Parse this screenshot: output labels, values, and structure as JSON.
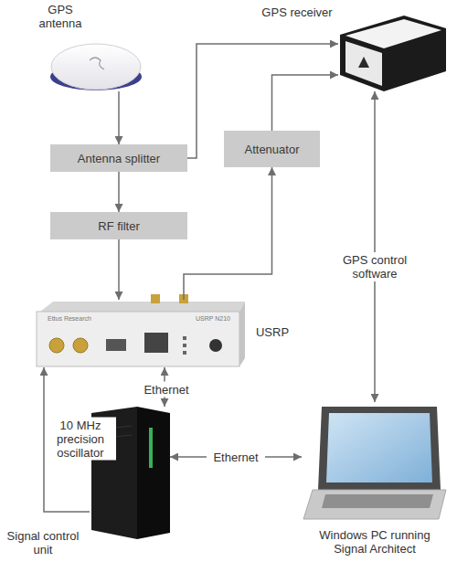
{
  "diagram": {
    "nodes": [
      {
        "text": [
          "GPS antenna"
        ]
      },
      {
        "text": [
          "GPS receiver"
        ]
      },
      {
        "text": [
          "Antenna splitter"
        ]
      },
      {
        "text": [
          "Attenuator"
        ]
      },
      {
        "text": [
          "RF filter"
        ]
      },
      {
        "text": [
          "USRP"
        ]
      },
      {
        "text": [
          "Signal control unit"
        ]
      },
      {
        "text": [
          "Windows PC running Signal Architect"
        ]
      }
    ],
    "edges": [
      {
        "from": 0,
        "to": 2,
        "arrow": "to"
      },
      {
        "from": 2,
        "to": 1,
        "arrow": "to"
      },
      {
        "from": 2,
        "to": 4,
        "arrow": "to"
      },
      {
        "from": 4,
        "to": 5,
        "arrow": "to"
      },
      {
        "from": 5,
        "to": 3,
        "arrow": "to"
      },
      {
        "from": 3,
        "to": 1,
        "arrow": "to"
      },
      {
        "from": 6,
        "to": 5,
        "label": "10 MHz precision oscillator",
        "arrow": "to"
      },
      {
        "from": 5,
        "to": 6,
        "label": "Ethernet",
        "arrow": "both"
      },
      {
        "from": 6,
        "to": 7,
        "label": "Ethernet",
        "arrow": "both"
      },
      {
        "from": 1,
        "to": 7,
        "label": "GPS control software",
        "arrow": "both"
      }
    ],
    "labels": [
      "Ettus Research",
      "USRP N210"
    ]
  }
}
